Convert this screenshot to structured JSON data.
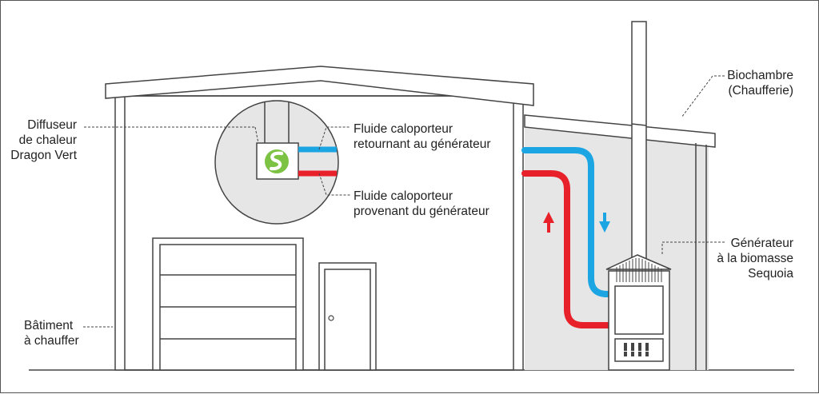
{
  "labels": {
    "diffuseur": {
      "l1": "Diffuseur",
      "l2": "de chaleur",
      "l3": "Dragon Vert"
    },
    "batiment": {
      "l1": "Bâtiment",
      "l2": "à chauffer"
    },
    "fluide_retour": {
      "l1": "Fluide caloporteur",
      "l2": "retournant au générateur"
    },
    "fluide_provenant": {
      "l1": "Fluide caloporteur",
      "l2": "provenant du générateur"
    },
    "biochambre": {
      "l1": "Biochambre",
      "l2": "(Chaufferie)"
    },
    "generateur": {
      "l1": "Générateur",
      "l2": "à la biomasse",
      "l3": "Sequoia"
    }
  },
  "colors": {
    "hot_pipe": "#e8202a",
    "cold_pipe": "#1ba6e3",
    "logo_green": "#7cc243",
    "structure_line": "#444444",
    "boiler_room_fill": "#e6e6e6"
  },
  "icons": {
    "diffuser_logo": "dragon-logo-icon",
    "flow_up": "arrow-up-icon",
    "flow_down": "arrow-down-icon"
  }
}
